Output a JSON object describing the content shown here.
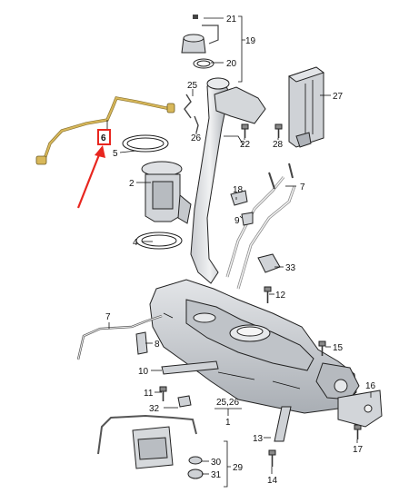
{
  "callouts": {
    "c1": "1",
    "c2": "2",
    "c4": "4",
    "c5": "5",
    "c6": "6",
    "c7a": "7",
    "c7b": "7",
    "c8": "8",
    "c9": "9",
    "c10": "10",
    "c11": "11",
    "c12": "12",
    "c13": "13",
    "c14": "14",
    "c15": "15",
    "c16": "16",
    "c17": "17",
    "c18": "18",
    "c19": "19",
    "c20": "20",
    "c21": "21",
    "c22": "22",
    "c25": "25",
    "c25_26": "25,26",
    "c26": "26",
    "c27": "27",
    "c28": "28",
    "c29": "29",
    "c30": "30",
    "c31": "31",
    "c32": "32",
    "c33": "33"
  },
  "colors": {
    "highlight": "#e8261f",
    "fuel_line": "#d8b85a",
    "tank_fill": "#cfd2d6",
    "tank_dark": "#9aa0a6",
    "part_fill": "#d9dbde",
    "ink": "#111111"
  }
}
